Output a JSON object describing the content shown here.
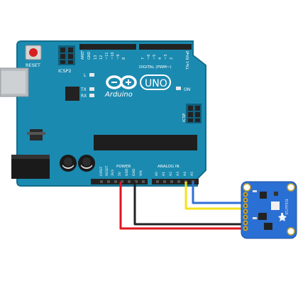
{
  "board": {
    "reset_label": "RESET",
    "icsp2_label": "ICSP2",
    "icsp_label": "ICSP",
    "led_l": "L",
    "led_tx": "TX",
    "led_rx": "RX",
    "on_label": "ON",
    "logo_text": "Arduino",
    "model": "UNO",
    "digital_label": "DIGITAL (PWM~)",
    "txrx_label": "TX▸1 RX◂0",
    "aref": "AREF",
    "gnd": "GND",
    "digital_pins": [
      "13",
      "12",
      "~11",
      "~10",
      "~9",
      "8",
      "7",
      "~6",
      "~5",
      "4",
      "~3",
      "2"
    ],
    "power_label": "POWER",
    "analog_label": "ANALOG IN",
    "power_pins": [
      "IOREF",
      "RESET",
      "3V3",
      "5V",
      "GND",
      "GND",
      "VIN"
    ],
    "analog_pins": [
      "A0",
      "A1",
      "A2",
      "A3",
      "A4",
      "A5"
    ]
  },
  "sensor": {
    "side_label": "TCS34725"
  },
  "colors": {
    "board": "#1b8ab0",
    "wire_red": "#e0141e",
    "wire_black": "#222222",
    "wire_yellow": "#f3e21c",
    "wire_blue": "#2f6fd6",
    "sensor": "#2a6fd3"
  }
}
